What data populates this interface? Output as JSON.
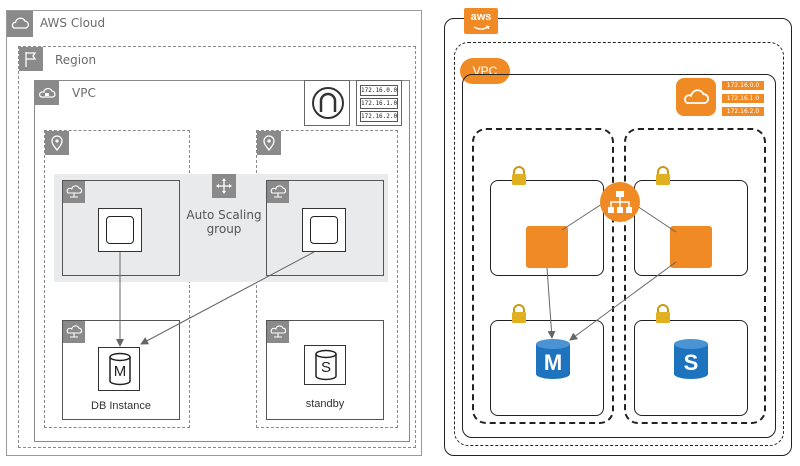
{
  "left": {
    "cloud_label": "AWS Cloud",
    "region_label": "Region",
    "vpc_label": "VPC",
    "cidrs": [
      "172.16.0.0",
      "172.16.1.0",
      "172.16.2.0"
    ],
    "autoscaling_label_line1": "Auto Scaling",
    "autoscaling_label_line2": "group",
    "db_letter": "M",
    "db_label": "DB Instance",
    "standby_letter": "S",
    "standby_label": "standby"
  },
  "right": {
    "aws_badge": "aws",
    "vpc_label": "VPC",
    "cidrs": [
      "172.16.0.0",
      "172.16.1.0",
      "172.16.2.0"
    ],
    "master_letter": "M",
    "slave_letter": "S"
  },
  "colors": {
    "grey_line": "#8a8a8a",
    "orange": "#f08a24",
    "blue": "#1e73be",
    "lock": "#e0b020",
    "autoscale_bg": "#e8eaeb"
  }
}
